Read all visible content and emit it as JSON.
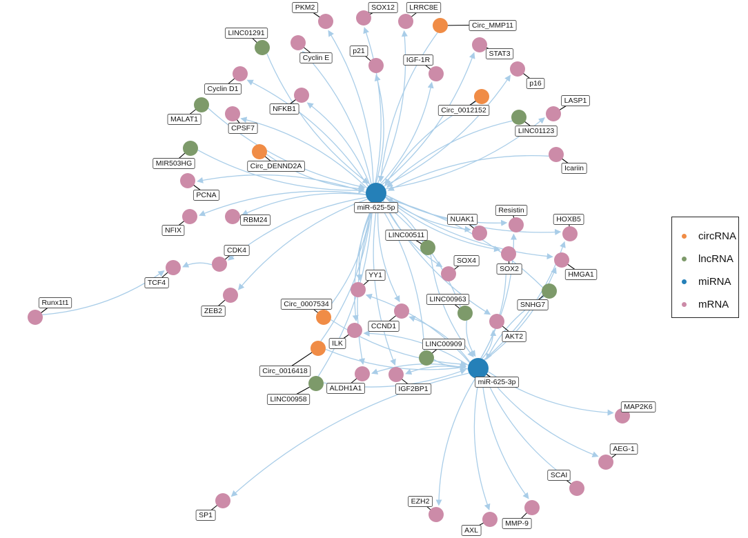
{
  "legend": {
    "items": [
      {
        "label": "circRNA",
        "type": "circRNA"
      },
      {
        "label": "lncRNA",
        "type": "lncRNA"
      },
      {
        "label": "miRNA",
        "type": "miRNA"
      },
      {
        "label": "mRNA",
        "type": "mRNA"
      }
    ]
  },
  "colors": {
    "circRNA": "#f08c46",
    "lncRNA": "#7d9a6a",
    "miRNA": "#2580b8",
    "mRNA": "#cc8ba8",
    "edge": "#a9cde8"
  },
  "nodes": [
    {
      "id": "miR-625-5p",
      "type": "miRNA"
    },
    {
      "id": "miR-625-3p",
      "type": "miRNA"
    },
    {
      "id": "PKM2",
      "type": "mRNA"
    },
    {
      "id": "SOX12",
      "type": "mRNA"
    },
    {
      "id": "LRRC8E",
      "type": "mRNA"
    },
    {
      "id": "Circ_MMP11",
      "type": "circRNA"
    },
    {
      "id": "LINC01291",
      "type": "lncRNA"
    },
    {
      "id": "Cyclin E",
      "type": "mRNA"
    },
    {
      "id": "p21",
      "type": "mRNA"
    },
    {
      "id": "IGF-1R",
      "type": "mRNA"
    },
    {
      "id": "STAT3",
      "type": "mRNA"
    },
    {
      "id": "p16",
      "type": "mRNA"
    },
    {
      "id": "Cyclin D1",
      "type": "mRNA"
    },
    {
      "id": "NFKB1",
      "type": "mRNA"
    },
    {
      "id": "Circ_0012152",
      "type": "circRNA"
    },
    {
      "id": "LASP1",
      "type": "mRNA"
    },
    {
      "id": "MALAT1",
      "type": "lncRNA"
    },
    {
      "id": "CPSF7",
      "type": "mRNA"
    },
    {
      "id": "LINC01123",
      "type": "lncRNA"
    },
    {
      "id": "MIR503HG",
      "type": "lncRNA"
    },
    {
      "id": "Circ_DENND2A",
      "type": "circRNA"
    },
    {
      "id": "Icariin",
      "type": "mRNA"
    },
    {
      "id": "PCNA",
      "type": "mRNA"
    },
    {
      "id": "NFIX",
      "type": "mRNA"
    },
    {
      "id": "RBM24",
      "type": "mRNA"
    },
    {
      "id": "NUAK1",
      "type": "mRNA"
    },
    {
      "id": "Resistin",
      "type": "mRNA"
    },
    {
      "id": "HOXB5",
      "type": "mRNA"
    },
    {
      "id": "LINC00511",
      "type": "lncRNA"
    },
    {
      "id": "CDK4",
      "type": "mRNA"
    },
    {
      "id": "TCF4",
      "type": "mRNA"
    },
    {
      "id": "SOX4",
      "type": "mRNA"
    },
    {
      "id": "SOX2",
      "type": "mRNA"
    },
    {
      "id": "HMGA1",
      "type": "mRNA"
    },
    {
      "id": "YY1",
      "type": "mRNA"
    },
    {
      "id": "SNHG7",
      "type": "lncRNA"
    },
    {
      "id": "Runx1t1",
      "type": "mRNA"
    },
    {
      "id": "ZEB2",
      "type": "mRNA"
    },
    {
      "id": "Circ_0007534",
      "type": "circRNA"
    },
    {
      "id": "LINC00963",
      "type": "lncRNA"
    },
    {
      "id": "CCND1",
      "type": "mRNA"
    },
    {
      "id": "ILK",
      "type": "mRNA"
    },
    {
      "id": "AKT2",
      "type": "mRNA"
    },
    {
      "id": "Circ_0016418",
      "type": "circRNA"
    },
    {
      "id": "LINC00909",
      "type": "lncRNA"
    },
    {
      "id": "ALDH1A1",
      "type": "mRNA"
    },
    {
      "id": "IGF2BP1",
      "type": "mRNA"
    },
    {
      "id": "LINC00958",
      "type": "lncRNA"
    },
    {
      "id": "MAP2K6",
      "type": "mRNA"
    },
    {
      "id": "AEG-1",
      "type": "mRNA"
    },
    {
      "id": "SCAI",
      "type": "mRNA"
    },
    {
      "id": "EZH2",
      "type": "mRNA"
    },
    {
      "id": "AXL",
      "type": "mRNA"
    },
    {
      "id": "MMP-9",
      "type": "mRNA"
    },
    {
      "id": "SP1",
      "type": "mRNA"
    }
  ],
  "edges": [
    {
      "from": "LINC01291",
      "to": "miR-625-5p"
    },
    {
      "from": "MALAT1",
      "to": "miR-625-5p"
    },
    {
      "from": "MIR503HG",
      "to": "miR-625-5p"
    },
    {
      "from": "Circ_DENND2A",
      "to": "miR-625-5p"
    },
    {
      "from": "Circ_MMP11",
      "to": "miR-625-5p"
    },
    {
      "from": "Circ_0012152",
      "to": "miR-625-5p"
    },
    {
      "from": "LINC01123",
      "to": "miR-625-5p"
    },
    {
      "from": "Icariin",
      "to": "miR-625-5p"
    },
    {
      "from": "LINC00511",
      "to": "miR-625-5p"
    },
    {
      "from": "SNHG7",
      "to": "miR-625-5p"
    },
    {
      "from": "LINC00963",
      "to": "miR-625-5p"
    },
    {
      "from": "LINC00909",
      "to": "miR-625-5p"
    },
    {
      "from": "Circ_0007534",
      "to": "miR-625-5p"
    },
    {
      "from": "Circ_0016418",
      "to": "miR-625-5p"
    },
    {
      "from": "LINC00958",
      "to": "miR-625-5p"
    },
    {
      "from": "miR-625-5p",
      "to": "PKM2"
    },
    {
      "from": "miR-625-5p",
      "to": "SOX12"
    },
    {
      "from": "miR-625-5p",
      "to": "LRRC8E"
    },
    {
      "from": "miR-625-5p",
      "to": "Cyclin E"
    },
    {
      "from": "miR-625-5p",
      "to": "p21"
    },
    {
      "from": "miR-625-5p",
      "to": "IGF-1R"
    },
    {
      "from": "miR-625-5p",
      "to": "STAT3"
    },
    {
      "from": "miR-625-5p",
      "to": "p16"
    },
    {
      "from": "miR-625-5p",
      "to": "Cyclin D1"
    },
    {
      "from": "miR-625-5p",
      "to": "NFKB1"
    },
    {
      "from": "miR-625-5p",
      "to": "LASP1"
    },
    {
      "from": "miR-625-5p",
      "to": "CPSF7"
    },
    {
      "from": "miR-625-5p",
      "to": "PCNA"
    },
    {
      "from": "miR-625-5p",
      "to": "NFIX"
    },
    {
      "from": "miR-625-5p",
      "to": "RBM24"
    },
    {
      "from": "miR-625-5p",
      "to": "CDK4"
    },
    {
      "from": "miR-625-5p",
      "to": "ZEB2"
    },
    {
      "from": "miR-625-5p",
      "to": "NUAK1"
    },
    {
      "from": "miR-625-5p",
      "to": "Resistin"
    },
    {
      "from": "miR-625-5p",
      "to": "HOXB5"
    },
    {
      "from": "miR-625-5p",
      "to": "SOX4"
    },
    {
      "from": "miR-625-5p",
      "to": "SOX2"
    },
    {
      "from": "miR-625-5p",
      "to": "HMGA1"
    },
    {
      "from": "miR-625-5p",
      "to": "YY1"
    },
    {
      "from": "miR-625-5p",
      "to": "CCND1"
    },
    {
      "from": "miR-625-5p",
      "to": "ILK"
    },
    {
      "from": "miR-625-5p",
      "to": "AKT2"
    },
    {
      "from": "miR-625-5p",
      "to": "ALDH1A1"
    },
    {
      "from": "miR-625-5p",
      "to": "IGF2BP1"
    },
    {
      "from": "CDK4",
      "to": "TCF4"
    },
    {
      "from": "Runx1t1",
      "to": "TCF4"
    },
    {
      "from": "LINC00511",
      "to": "miR-625-3p"
    },
    {
      "from": "LINC00963",
      "to": "miR-625-3p"
    },
    {
      "from": "LINC00909",
      "to": "miR-625-3p"
    },
    {
      "from": "SNHG7",
      "to": "miR-625-3p"
    },
    {
      "from": "Circ_0007534",
      "to": "miR-625-3p"
    },
    {
      "from": "Circ_0016418",
      "to": "miR-625-3p"
    },
    {
      "from": "LINC00958",
      "to": "miR-625-3p"
    },
    {
      "from": "miR-625-3p",
      "to": "CCND1"
    },
    {
      "from": "miR-625-3p",
      "to": "AKT2"
    },
    {
      "from": "miR-625-3p",
      "to": "SOX2"
    },
    {
      "from": "miR-625-3p",
      "to": "HMGA1"
    },
    {
      "from": "miR-625-3p",
      "to": "IGF2BP1"
    },
    {
      "from": "miR-625-3p",
      "to": "ALDH1A1"
    },
    {
      "from": "miR-625-3p",
      "to": "ILK"
    },
    {
      "from": "miR-625-3p",
      "to": "YY1"
    },
    {
      "from": "miR-625-3p",
      "to": "MAP2K6"
    },
    {
      "from": "miR-625-3p",
      "to": "AEG-1"
    },
    {
      "from": "miR-625-3p",
      "to": "SCAI"
    },
    {
      "from": "miR-625-3p",
      "to": "EZH2"
    },
    {
      "from": "miR-625-3p",
      "to": "AXL"
    },
    {
      "from": "miR-625-3p",
      "to": "MMP-9"
    },
    {
      "from": "miR-625-3p",
      "to": "SP1"
    },
    {
      "from": "miR-625-3p",
      "to": "HOXB5"
    },
    {
      "from": "miR-625-3p",
      "to": "Resistin"
    }
  ]
}
